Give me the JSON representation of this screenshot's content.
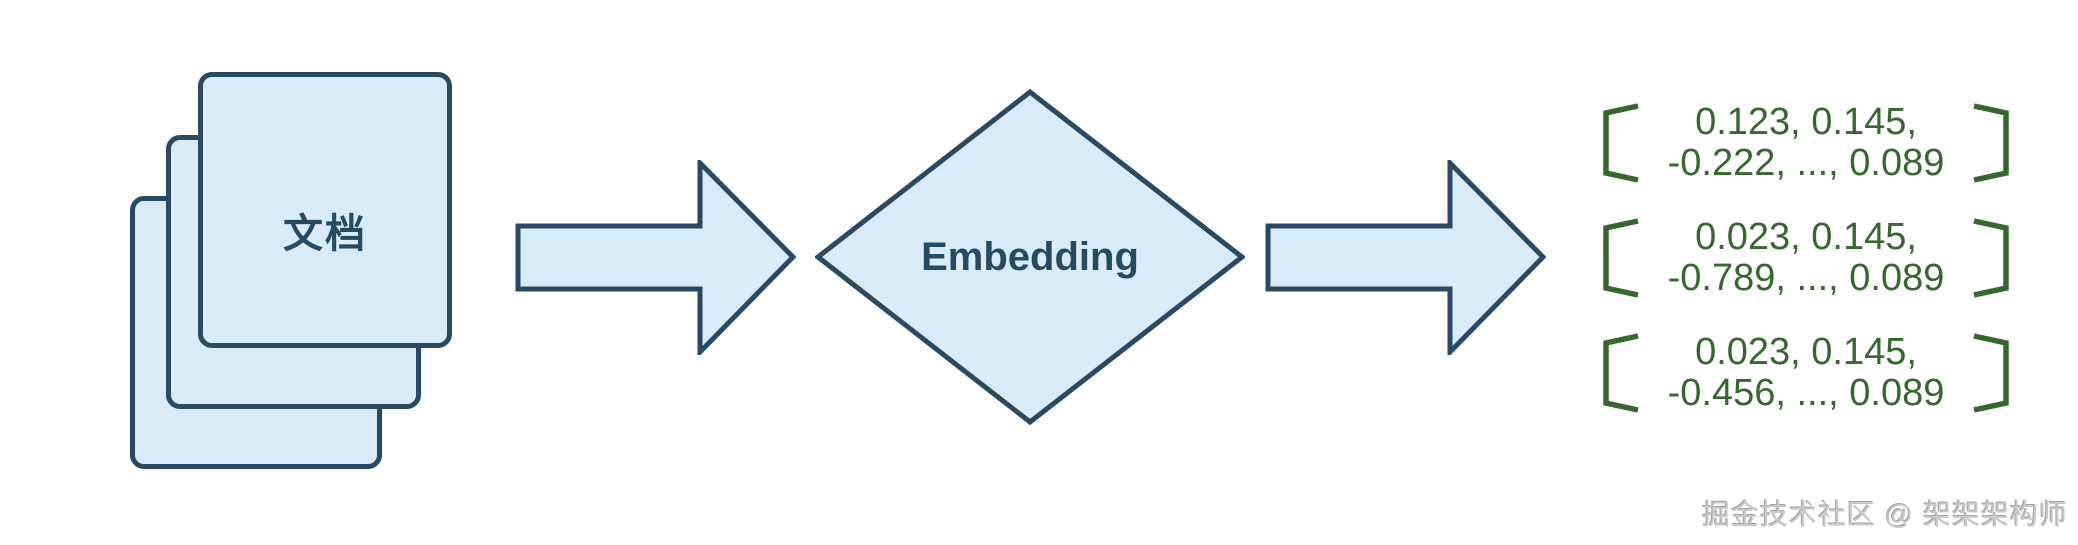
{
  "diagram": {
    "document_stack": {
      "label": "文档",
      "card_count": 3
    },
    "process": {
      "label": "Embedding",
      "shape": "diamond"
    },
    "vectors": [
      {
        "line1": "0.123, 0.145,",
        "line2": "-0.222, ..., 0.089"
      },
      {
        "line1": "0.023, 0.145,",
        "line2": "-0.789, ..., 0.089"
      },
      {
        "line1": "0.023, 0.145,",
        "line2": "-0.456, ..., 0.089"
      }
    ],
    "watermark": "掘金技术社区 @ 架架架构师",
    "colors": {
      "shape_fill": "#d9ecf9",
      "shape_stroke": "#2a4a63",
      "label_navy": "#274a63",
      "vector_green": "#35682d",
      "watermark_gray": "#c9c9c9"
    }
  }
}
